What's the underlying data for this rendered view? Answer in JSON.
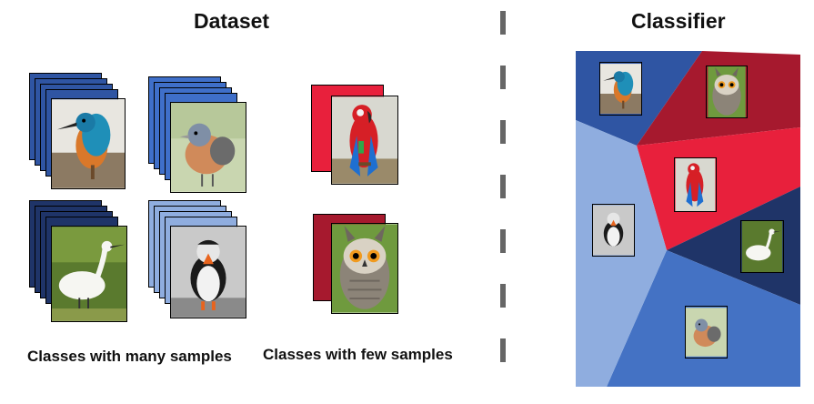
{
  "dataset": {
    "title": "Dataset",
    "many_caption": "Classes with many samples",
    "few_caption": "Classes with few samples",
    "classes": [
      {
        "name": "kingfisher-icon",
        "color": "#2f55a3",
        "count": "many"
      },
      {
        "name": "chaffinch-icon",
        "color": "#3f6fc9",
        "count": "many"
      },
      {
        "name": "egret-icon",
        "color": "#1f3468",
        "count": "many"
      },
      {
        "name": "puffin-icon",
        "color": "#8faddf",
        "count": "many"
      },
      {
        "name": "macaw-icon",
        "color": "#e8203c",
        "count": "few"
      },
      {
        "name": "owl-icon",
        "color": "#a6192e",
        "count": "few"
      }
    ]
  },
  "classifier": {
    "title": "Classifier",
    "colors": {
      "kingfisher": "#2f55a3",
      "owl": "#a6192e",
      "macaw": "#e8203c",
      "egret": "#1f3468",
      "chaffinch": "#4472c4",
      "puffin": "#8faddf"
    }
  }
}
